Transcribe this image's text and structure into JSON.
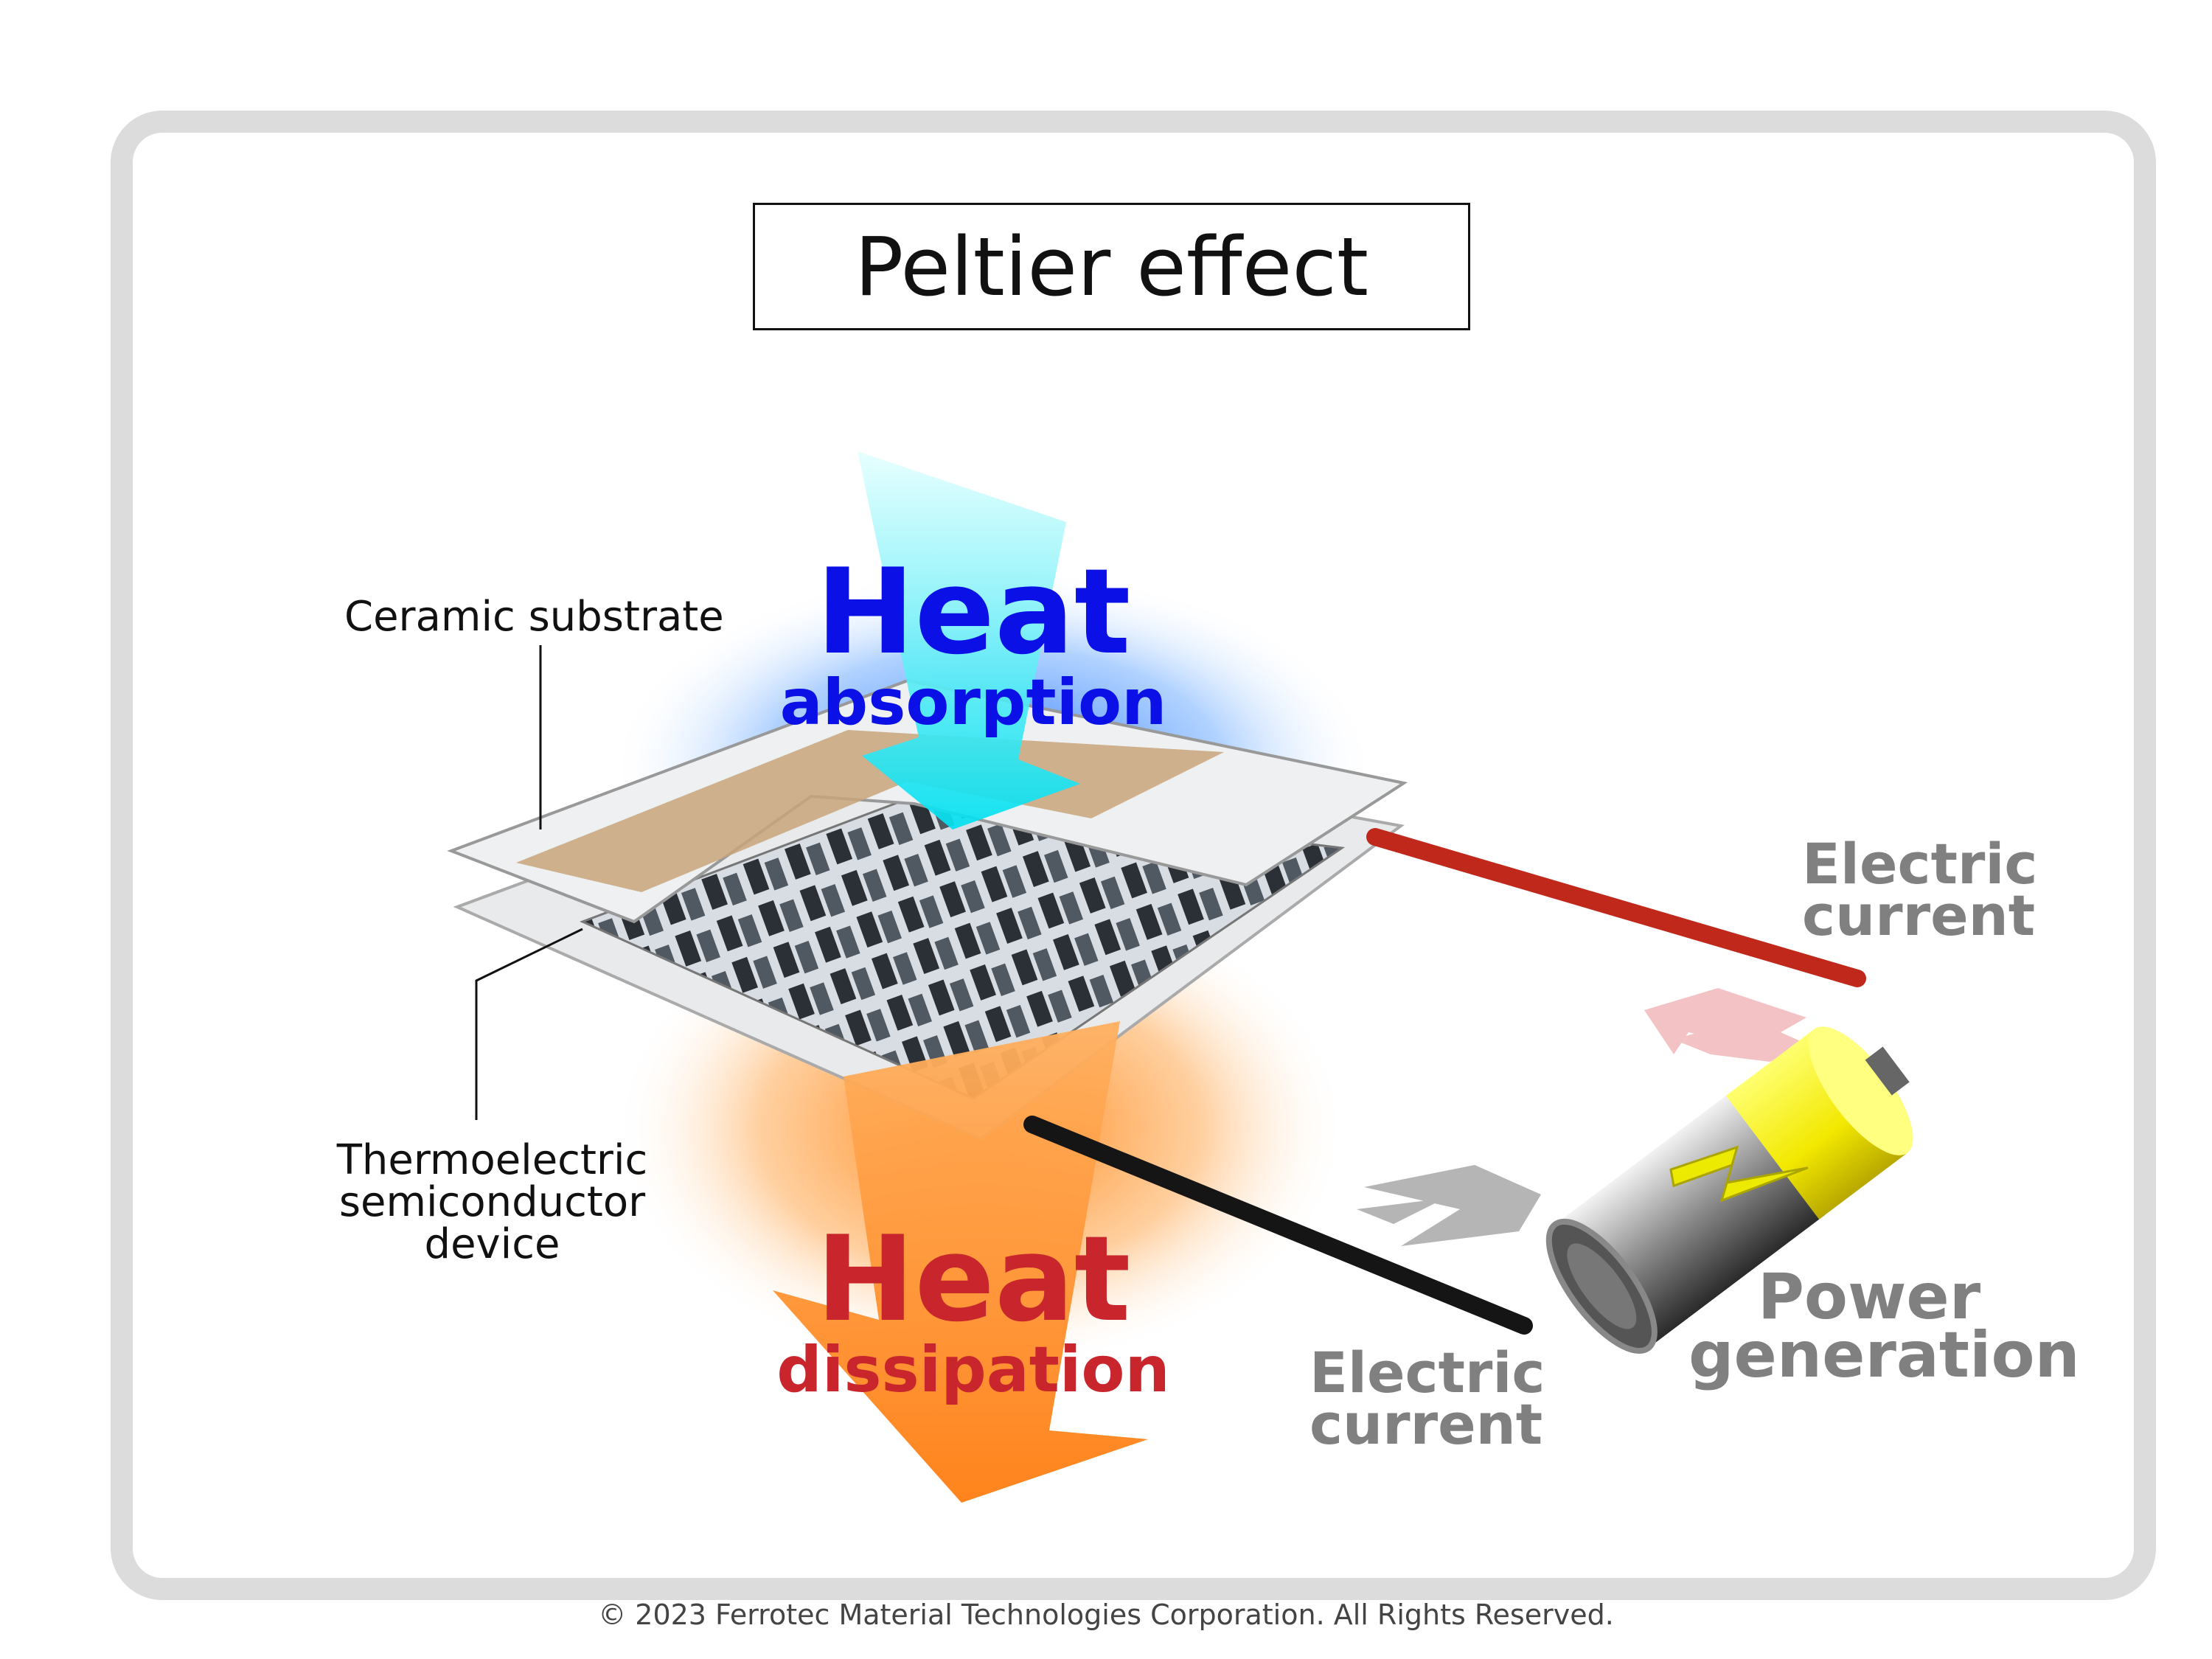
{
  "title": "Peltier effect",
  "labels": {
    "ceramic": "Ceramic substrate",
    "thermo_line1": "Thermoelectric",
    "thermo_line2": "semiconductor",
    "thermo_line3": "device"
  },
  "heat_absorption": {
    "line1": "Heat",
    "line2": "absorption",
    "color": "#0a10e6"
  },
  "heat_dissipation": {
    "line1": "Heat",
    "line2": "dissipation",
    "color": "#c8262c"
  },
  "current_top": {
    "line1": "Electric",
    "line2": "current"
  },
  "current_bottom": {
    "line1": "Electric",
    "line2": "current"
  },
  "power": {
    "line1": "Power",
    "line2": "generation"
  },
  "copyright": "© 2023 Ferrotec Material Technologies Corporation. All Rights Reserved."
}
